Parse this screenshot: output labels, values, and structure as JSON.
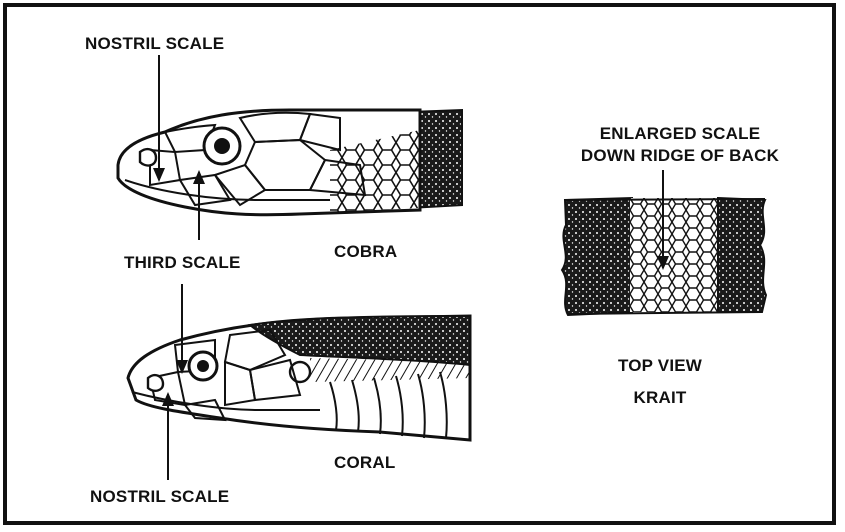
{
  "colors": {
    "ink": "#111111",
    "paper": "#ffffff",
    "shade": "#1a1a1a"
  },
  "labels": {
    "nostril_scale_top": "NOSTRIL SCALE",
    "third_scale": "THIRD SCALE",
    "cobra": "COBRA",
    "enlarged_scale_line1": "ENLARGED SCALE",
    "enlarged_scale_line2": "DOWN RIDGE OF BACK",
    "top_view": "TOP VIEW",
    "krait": "KRAIT",
    "coral": "CORAL",
    "nostril_scale_bottom": "NOSTRIL SCALE"
  }
}
